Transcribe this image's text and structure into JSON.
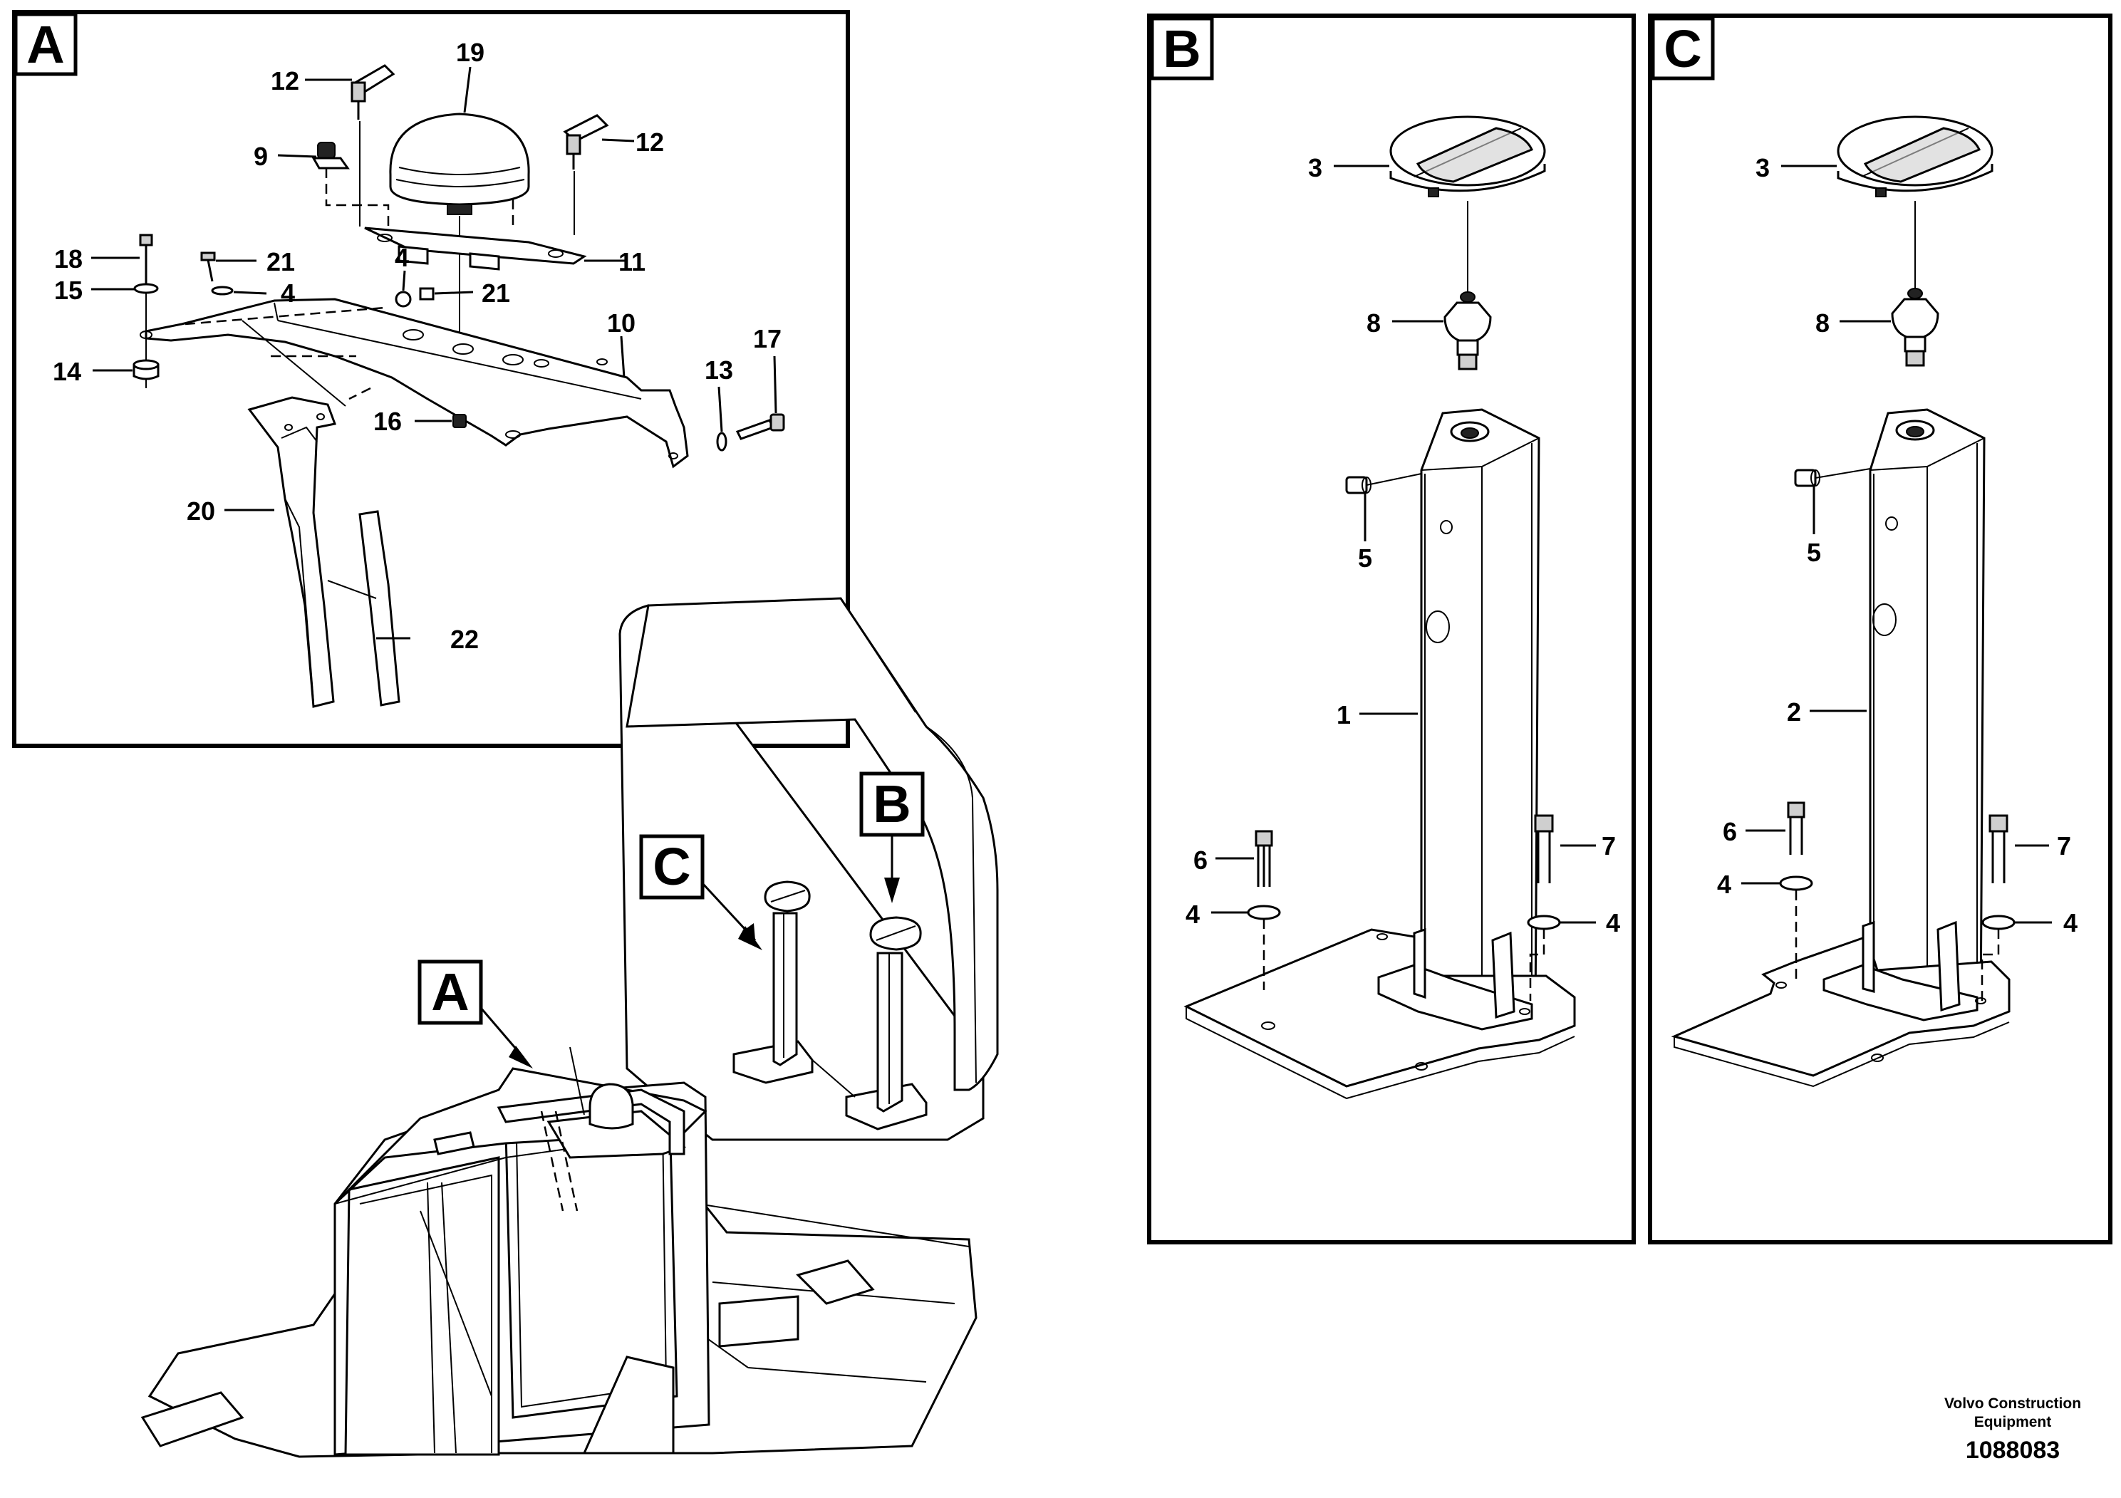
{
  "panels": {
    "a": {
      "tag": "A"
    },
    "b": {
      "tag": "B"
    },
    "c": {
      "tag": "C"
    }
  },
  "overview_tags": {
    "a": "A",
    "b": "B",
    "c": "C"
  },
  "callouts_a": {
    "p19": "19",
    "p12_left": "12",
    "p12_right": "12",
    "p9": "9",
    "p11": "11",
    "p18": "18",
    "p21_top": "21",
    "p15": "15",
    "p4": "4",
    "p21_mid": "21",
    "p10": "10",
    "p17": "17",
    "p13": "13",
    "p14": "14",
    "p16": "16",
    "p20": "20",
    "p22": "22"
  },
  "callouts_b": {
    "p3": "3",
    "p8": "8",
    "p5": "5",
    "p1": "1",
    "p6": "6",
    "p7": "7",
    "p4_left": "4",
    "p4_right": "4"
  },
  "callouts_c": {
    "p3": "3",
    "p8": "8",
    "p5": "5",
    "p2": "2",
    "p6": "6",
    "p7": "7",
    "p4_left": "4",
    "p4_right": "4"
  },
  "credit": {
    "line1": "Volvo Construction",
    "line2": "Equipment",
    "drawing_number": "1088083"
  }
}
